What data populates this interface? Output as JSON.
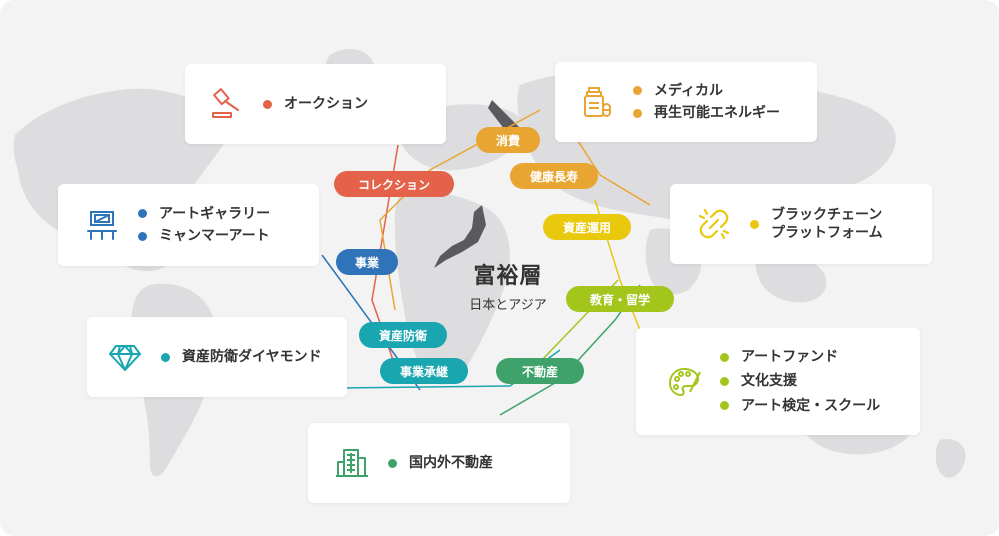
{
  "center": {
    "title": "富裕層",
    "subtitle": "日本とアジア"
  },
  "colors": {
    "auction": "#e4614a",
    "medical": "#e8a531",
    "gallery": "#2f74b8",
    "blockchain": "#e8c90d",
    "diamond": "#19a6b0",
    "art": "#a4c51c",
    "realestate": "#3fa26b"
  },
  "cards": {
    "auction": {
      "icon": "gavel-icon",
      "items": [
        "オークション"
      ]
    },
    "medical": {
      "icon": "medicine-bottle-icon",
      "items": [
        "メディカル",
        "再生可能エネルギー"
      ]
    },
    "gallery": {
      "icon": "gallery-frame-icon",
      "items": [
        "アートギャラリー",
        "ミャンマーアート"
      ]
    },
    "blockchain": {
      "icon": "chain-link-icon",
      "items": [
        "ブラックチェーン\nプラットフォーム"
      ]
    },
    "diamond": {
      "icon": "diamond-icon",
      "items": [
        "資産防衛ダイヤモンド"
      ]
    },
    "art": {
      "icon": "paint-palette-icon",
      "items": [
        "アートファンド",
        "文化支援",
        "アート検定・スクール"
      ]
    },
    "realestate": {
      "icon": "building-icon",
      "items": [
        "国内外不動産"
      ]
    }
  },
  "pills": {
    "consumption": "消費",
    "collection": "コレクション",
    "health": "健康長寿",
    "asset_management": "資産運用",
    "business": "事業",
    "education": "教育・留学",
    "asset_defense": "資産防衛",
    "succession": "事業承継",
    "realestate": "不動産"
  }
}
